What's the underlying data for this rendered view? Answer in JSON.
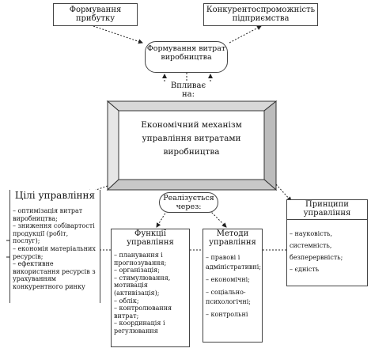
{
  "top_left": "Формування прибутку",
  "top_right": "Конкурентоспроможність підприємства",
  "forming": "Формування витрат виробництва",
  "influence": "Впливає на:",
  "mechanism": "Економічний механізм управління витратами виробництва",
  "realized": "Реалізується через:",
  "goals": {
    "title": "Цілі управління",
    "items": [
      "– оптимізація витрат виробництва;",
      "– зниження собівартості продукції (робіт, послуг);",
      "– економія матеріальних ресурсів;",
      "– ефективне використання ресурсів з урахуванням конкурентного ринку"
    ]
  },
  "functions": {
    "title": "Функції управління",
    "items": [
      "– планування і прогнозування;",
      "– організація;",
      "– стимулювання, мотивація (активізація);",
      "– облік;",
      "– контролювання витрат;",
      "– координація і регулювання"
    ]
  },
  "methods": {
    "title": "Методи управління",
    "items": [
      "– правові і адміністративні;",
      "– економічні;",
      "– соціально-психологічні;",
      "– контрольні"
    ]
  },
  "principles": {
    "title": "Принципи управління",
    "items": [
      "– науковість,",
      "системність,",
      "безперервність;",
      "– єдність"
    ]
  }
}
